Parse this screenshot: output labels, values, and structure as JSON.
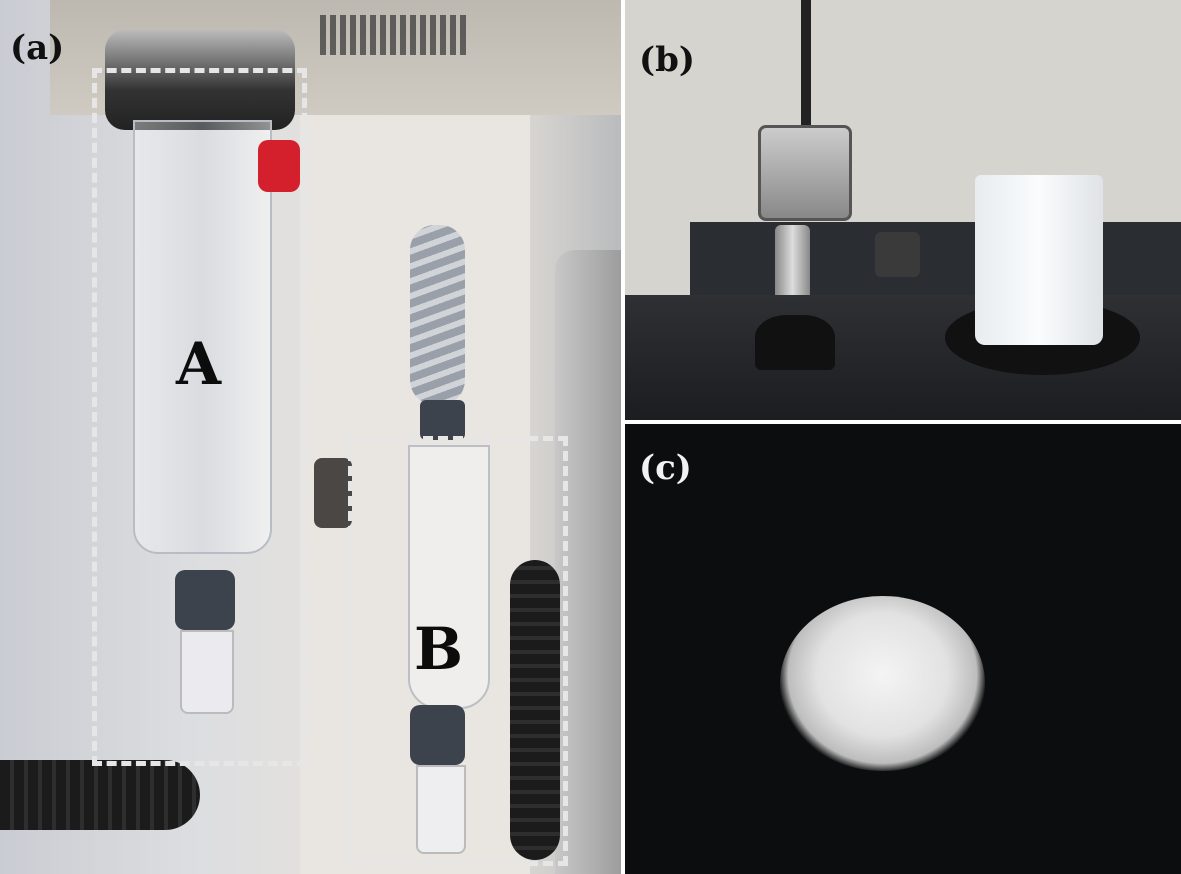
{
  "panels": {
    "a": {
      "label": "(a)",
      "regions": {
        "A": "A",
        "B": "B"
      }
    },
    "b": {
      "label": "(b)"
    },
    "c": {
      "label": "(c)"
    }
  },
  "colors": {
    "dashed_box": "#e6e6e6",
    "cap_red": "#d4202c",
    "background_dark": "#0c0d0e"
  }
}
